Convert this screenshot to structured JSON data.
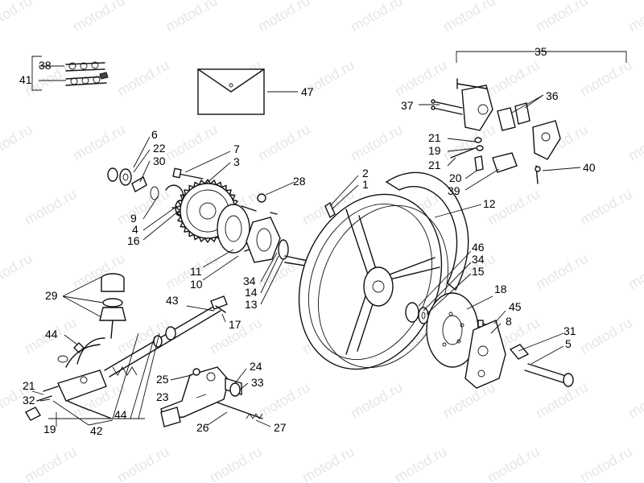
{
  "watermark": "motod.ru",
  "labels": {
    "p1": "1",
    "p2": "2",
    "p3": "3",
    "p4": "4",
    "p5": "5",
    "p6": "6",
    "p7": "7",
    "p8": "8",
    "p9": "9",
    "p10": "10",
    "p11": "11",
    "p12": "12",
    "p13": "13",
    "p14": "14",
    "p15": "15",
    "p16": "16",
    "p17": "17",
    "p18": "18",
    "p19": "19",
    "p20": "20",
    "p21": "21",
    "p22": "22",
    "p23": "23",
    "p24": "24",
    "p25": "25",
    "p26": "26",
    "p27": "27",
    "p28": "28",
    "p29": "29",
    "p30": "30",
    "p31": "31",
    "p32": "32",
    "p33": "33",
    "p34": "34",
    "p35": "35",
    "p36": "36",
    "p37": "37",
    "p38": "38",
    "p39": "39",
    "p40": "40",
    "p41": "41",
    "p42": "42",
    "p43": "43",
    "p44": "44",
    "p45": "45",
    "p46": "46",
    "p47": "47"
  }
}
